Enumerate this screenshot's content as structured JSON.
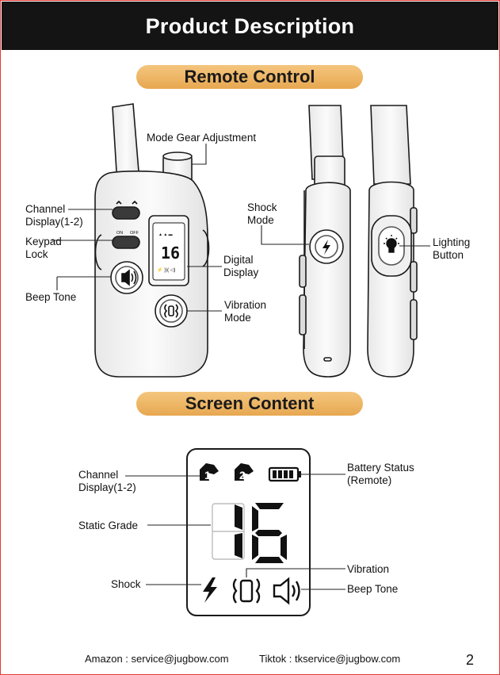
{
  "header": {
    "title": "Product Description"
  },
  "sections": {
    "remote_control": "Remote Control",
    "screen_content": "Screen Content"
  },
  "remote_labels": {
    "mode_gear": "Mode Gear Adjustment",
    "channel_display_1": "Channel",
    "channel_display_2": "Display(1-2)",
    "keypad_lock_1": "Keypad",
    "keypad_lock_2": "Lock",
    "beep_tone": "Beep Tone",
    "digital_display_1": "Digital",
    "digital_display_2": "Display",
    "vibration_mode_1": "Vibration",
    "vibration_mode_2": "Mode",
    "shock_mode_1": "Shock",
    "shock_mode_2": "Mode",
    "lighting_button_1": "Lighting",
    "lighting_button_2": "Button"
  },
  "remote_device": {
    "switch_on": "ON",
    "switch_off": "OFF",
    "mini_digits": "16"
  },
  "screen_labels": {
    "channel_display_1": "Channel",
    "channel_display_2": "Display(1-2)",
    "static_grade": "Static Grade",
    "shock": "Shock",
    "battery_status_1": "Battery Status",
    "battery_status_2": "(Remote)",
    "vibration": "Vibration",
    "beep_tone": "Beep Tone"
  },
  "screen": {
    "channel_1": "1",
    "channel_2": "2",
    "digits": "16"
  },
  "footer": {
    "amazon": "Amazon : service@jugbow.com",
    "tiktok": "Tiktok : tkservice@jugbow.com",
    "page_number": "2"
  },
  "colors": {
    "header_bg": "#141414",
    "pill_accent": "#eeb560",
    "frame_border": "#e53935"
  }
}
